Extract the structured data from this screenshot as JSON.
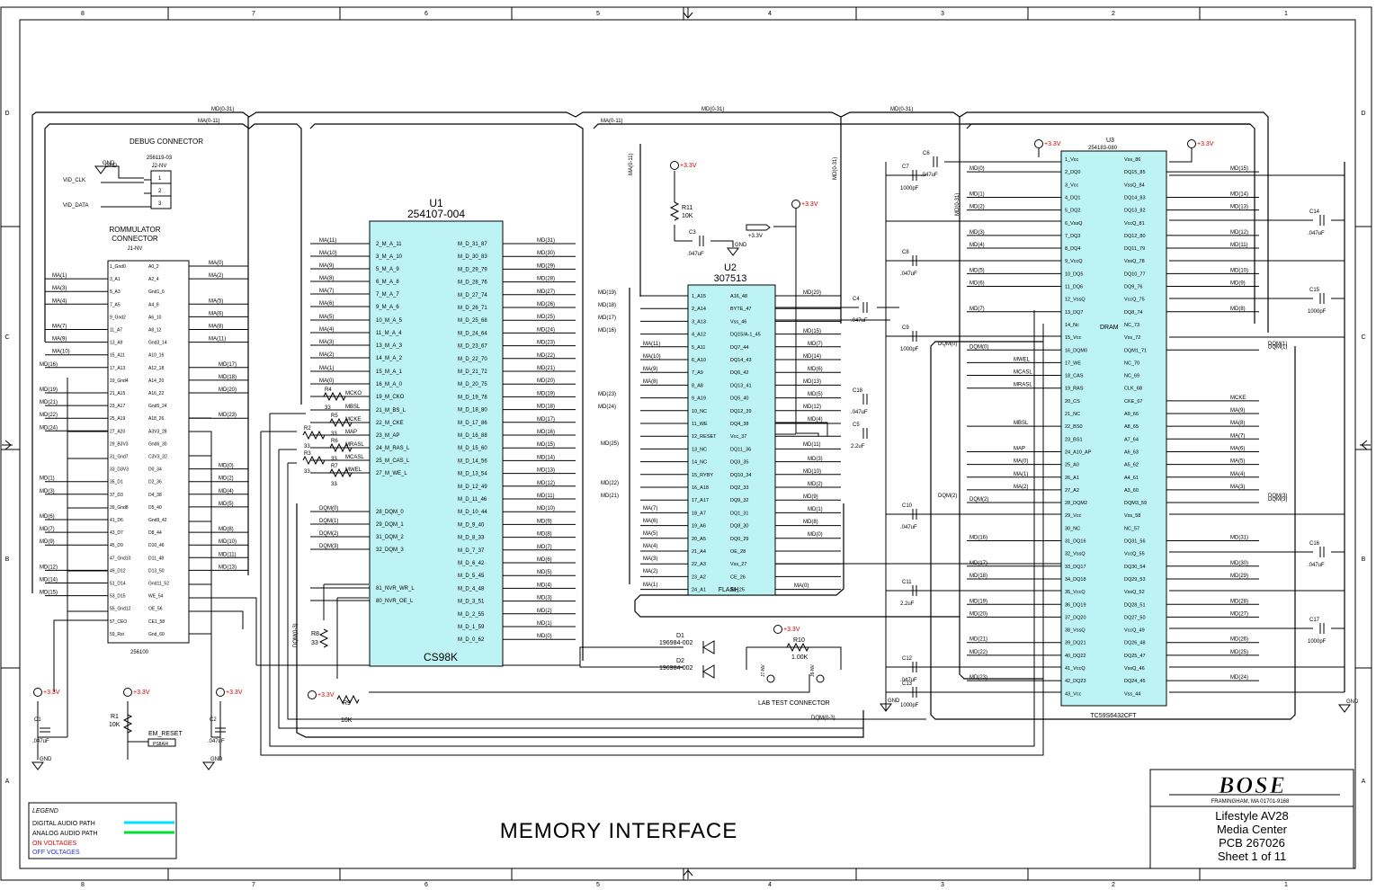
{
  "border": {
    "cols_top": [
      "8",
      "7",
      "6",
      "5",
      "4",
      "3",
      "2",
      "1"
    ],
    "cols_bottom": [
      "8",
      "7",
      "6",
      "5",
      "4",
      "3",
      "2",
      "1"
    ],
    "rows": [
      "D",
      "C",
      "B",
      "A"
    ]
  },
  "buses": {
    "md": "MD(0-31)",
    "ma": "MA(0-11)",
    "dqm": "DQM(0-3)"
  },
  "debug": {
    "title": "DEBUG CONNECTOR",
    "part": "256119-03",
    "ref": "J2-NV",
    "gnd": "GND",
    "pins": [
      "1",
      "2",
      "3"
    ],
    "nets": [
      "VID_CLK",
      "VID_DATA"
    ]
  },
  "rom": {
    "title1": "ROMMULATOR",
    "title2": "CONNECTOR",
    "ref": "J1-NV",
    "part": "256100",
    "left_pins": [
      "1_Gnd0",
      "3_A1",
      "5_A3",
      "7_A5",
      "9_Gnd2",
      "11_A7",
      "13_A9",
      "15_A11",
      "17_A13",
      "19_Gnd4",
      "21_A15",
      "23_A17",
      "25_A19",
      "27_A20",
      "29_B3V3",
      "31_Gnd7",
      "33_D3V3",
      "35_D1",
      "37_D3",
      "39_Gnd8",
      "41_D6",
      "43_D7",
      "45_D9",
      "47_Gnd10",
      "49_D12",
      "51_D14",
      "53_D15",
      "55_Gnd12",
      "57_CEO",
      "59_Rst"
    ],
    "right_pins": [
      "A0_2",
      "A2_4",
      "Gnd1_6",
      "A4_8",
      "A6_10",
      "A8_12",
      "Gnd3_14",
      "A10_16",
      "A12_18",
      "A14_20",
      "A16_22",
      "Gnd5_24",
      "A18_26",
      "A3V3_28",
      "Gnd6_30",
      "C3V3_32",
      "D0_34",
      "D2_36",
      "D4_38",
      "D5_40",
      "Gnd9_42",
      "D8_44",
      "D10_46",
      "D11_48",
      "D13_50",
      "Gnd11_52",
      "WE_54",
      "OE_56",
      "CE1_58",
      "Gnd_60"
    ],
    "left_nets": [
      "MA(1)",
      "MA(3)",
      "MA(4)",
      "MA(7)",
      "MA(9)",
      "MA(10)",
      "MD(16)",
      "MD(19)",
      "MD(21)",
      "MD(22)",
      "MD(24)",
      "MD(1)",
      "MD(3)",
      "MD(6)",
      "MD(7)",
      "MD(9)",
      "MD(12)",
      "MD(14)",
      "MD(15)"
    ],
    "right_nets": [
      "MA(0)",
      "MA(2)",
      "MA(5)",
      "MA(6)",
      "MA(8)",
      "MA(11)",
      "MD(17)",
      "MD(18)",
      "MD(20)",
      "MD(23)",
      "MD(0)",
      "MD(2)",
      "MD(4)",
      "MD(5)",
      "MD(8)",
      "MD(10)",
      "MD(11)",
      "MD(13)"
    ]
  },
  "u1": {
    "ref": "U1",
    "part": "254107-004",
    "name": "CS98K",
    "left_pins": [
      "2_M_A_11",
      "3_M_A_10",
      "5_M_A_9",
      "6_M_A_8",
      "7_M_A_7",
      "9_M_A_6",
      "10_M_A_5",
      "11_M_A_4",
      "13_M_A_3",
      "14_M_A_2",
      "15_M_A_1",
      "16_M_A_0",
      "19_M_CKO",
      "21_M_BS_L",
      "22_M_CKE",
      "23_M_AP",
      "24_M_RAS_L",
      "25_M_CAS_L",
      "27_M_WE_L",
      "28_DQM_0",
      "29_DQM_1",
      "31_DQM_2",
      "32_DQM_3",
      "81_NVR_WR_L",
      "80_NVR_OE_L"
    ],
    "right_pins": [
      "M_D_31_87",
      "M_D_30_83",
      "M_D_29_79",
      "M_D_28_76",
      "M_D_27_74",
      "M_D_26_71",
      "M_D_25_68",
      "M_D_24_64",
      "M_D_23_67",
      "M_D_22_70",
      "M_D_21_72",
      "M_D_20_75",
      "M_D_19_78",
      "M_D_18_80",
      "M_D_17_86",
      "M_D_16_88",
      "M_D_15_60",
      "M_D_14_56",
      "M_D_13_54",
      "M_D_12_49",
      "M_D_11_46",
      "M_D_10_44",
      "M_D_9_40",
      "M_D_8_33",
      "M_D_7_37",
      "M_D_6_42",
      "M_D_5_45",
      "M_D_4_48",
      "M_D_3_51",
      "M_D_2_55",
      "M_D_1_59",
      "M_D_0_62"
    ],
    "left_nets": [
      "MA(11)",
      "MA(10)",
      "MA(9)",
      "MA(8)",
      "MA(7)",
      "MA(6)",
      "MA(5)",
      "MA(4)",
      "MA(3)",
      "MA(2)",
      "MA(1)",
      "MA(0)",
      "DQM(0)",
      "DQM(1)",
      "DQM(2)",
      "DQM(3)"
    ],
    "right_nets": [
      "MD(31)",
      "MD(30)",
      "MD(29)",
      "MD(28)",
      "MD(27)",
      "MD(26)",
      "MD(25)",
      "MD(24)",
      "MD(23)",
      "MD(22)",
      "MD(21)",
      "MD(20)",
      "MD(19)",
      "MD(18)",
      "MD(17)",
      "MD(16)",
      "MD(15)",
      "MD(14)",
      "MD(13)",
      "MD(12)",
      "MD(11)",
      "MD(10)",
      "MD(9)",
      "MD(8)",
      "MD(7)",
      "MD(6)",
      "MD(5)",
      "MD(4)",
      "MD(3)",
      "MD(2)",
      "MD(1)",
      "MD(0)"
    ]
  },
  "u1_ctrl": [
    {
      "ref": "R4",
      "val": "33",
      "net": "MCKO"
    },
    {
      "ref": "",
      "val": "",
      "net": "MBSL"
    },
    {
      "ref": "R5",
      "val": "33",
      "net": "MCKE"
    },
    {
      "ref": "R2",
      "val": "33",
      "net": "MAP"
    },
    {
      "ref": "R6",
      "val": "33",
      "net": "MRASL"
    },
    {
      "ref": "R3",
      "val": "33",
      "net": "MCASL"
    },
    {
      "ref": "R7",
      "val": "33",
      "net": "MWEL"
    }
  ],
  "u2": {
    "ref": "U2",
    "part": "307513",
    "name": "FLASH",
    "left_pins": [
      "1_A15",
      "2_A14",
      "3_A13",
      "4_A12",
      "5_A11",
      "6_A10",
      "7_A9",
      "8_A8",
      "9_A19",
      "10_NC",
      "11_WE",
      "12_RESET",
      "13_NC",
      "14_NC",
      "15_RYBY",
      "16_A18",
      "17_A17",
      "18_A7",
      "19_A6",
      "20_A5",
      "21_A4",
      "22_A3",
      "23_A2",
      "24_A1"
    ],
    "right_pins": [
      "A16_48",
      "BYTE_47",
      "Vss_46",
      "DQ15/A-1_45",
      "DQ7_44",
      "DQ14_43",
      "DQ6_42",
      "DQ13_41",
      "DQ5_40",
      "DQ12_39",
      "DQ4_38",
      "Vcc_37",
      "DQ11_36",
      "DQ3_35",
      "DQ10_34",
      "DQ2_33",
      "DQ9_32",
      "DQ1_31",
      "DQ8_30",
      "DQ0_29",
      "OE_28",
      "Vss_27",
      "CE_26",
      "A0_25"
    ],
    "left_nets": [
      "MD(19)",
      "MD(18)",
      "MD(17)",
      "MD(16)",
      "MA(11)",
      "MA(10)",
      "MA(9)",
      "MA(8)",
      "MD(23)",
      "MD(24)",
      "MD(25)",
      "MD(22)",
      "MD(21)",
      "MA(7)",
      "MA(6)",
      "MA(5)",
      "MA(4)",
      "MA(3)",
      "MA(2)",
      "MA(1)"
    ],
    "right_nets": [
      "MD(20)",
      "MD(15)",
      "MD(7)",
      "MD(14)",
      "MD(6)",
      "MD(13)",
      "MD(5)",
      "MD(12)",
      "MD(4)",
      "MD(11)",
      "MD(3)",
      "MD(10)",
      "MD(2)",
      "MD(9)",
      "MD(1)",
      "MD(8)",
      "MD(0)",
      "MA(0)"
    ]
  },
  "u3": {
    "ref": "U3",
    "part": "254183-080",
    "name": "DRAM",
    "order": "TC59S6432CFT",
    "left_pins": [
      "1_Vcc",
      "2_DQ0",
      "3_Vcc",
      "4_DQ1",
      "5_DQ2",
      "6_VssQ",
      "7_DQ3",
      "8_DQ4",
      "9_VccQ",
      "10_DQ5",
      "11_DQ6",
      "12_VssQ",
      "13_DQ7",
      "14_Nc",
      "15_Vcc",
      "16_DQM0",
      "17_WE",
      "18_CAS",
      "19_RAS",
      "20_CS",
      "21_NC",
      "22_BS0",
      "23_BS1",
      "24_A10_AP",
      "25_A0",
      "26_A1",
      "27_A2",
      "28_DQM2",
      "29_Vcc",
      "30_NC",
      "31_DQ16",
      "32_VssQ",
      "33_DQ17",
      "34_DQ18",
      "35_VccQ",
      "36_DQ19",
      "37_DQ20",
      "38_VssQ",
      "39_DQ21",
      "40_DQ22",
      "41_VccQ",
      "42_DQ23",
      "43_Vcc"
    ],
    "right_pins": [
      "Vss_86",
      "DQ15_85",
      "VssQ_84",
      "DQ14_83",
      "DQ13_82",
      "VccQ_81",
      "DQ12_80",
      "DQ11_79",
      "VssQ_78",
      "DQ10_77",
      "DQ9_76",
      "VccQ_75",
      "DQ8_74",
      "NC_73",
      "Vss_72",
      "DQM1_71",
      "NC_70",
      "NC_69",
      "CLK_68",
      "CKE_67",
      "A9_66",
      "A8_65",
      "A7_64",
      "A6_63",
      "A5_62",
      "A4_61",
      "A3_60",
      "DQM3_59",
      "Vss_58",
      "NC_57",
      "DQ31_56",
      "VccQ_55",
      "DQ30_54",
      "DQ29_53",
      "VssQ_52",
      "DQ28_51",
      "DQ27_50",
      "VccQ_49",
      "DQ26_48",
      "DQ25_47",
      "VssQ_46",
      "DQ24_45",
      "Vss_44"
    ],
    "left_nets": [
      "MD(0)",
      "MD(1)",
      "MD(2)",
      "MD(3)",
      "MD(4)",
      "MD(5)",
      "MD(6)",
      "MD(7)",
      "DQM(0)",
      "MWEL",
      "MCASL",
      "MRASL",
      "MBSL",
      "MAP",
      "MA(0)",
      "MA(1)",
      "MA(2)",
      "DQM(2)",
      "MD(16)",
      "MD(17)",
      "MD(18)",
      "MD(19)",
      "MD(20)",
      "MD(21)",
      "MD(22)",
      "MD(23)"
    ],
    "right_nets": [
      "MD(15)",
      "MD(14)",
      "MD(13)",
      "MD(12)",
      "MD(11)",
      "MD(10)",
      "MD(9)",
      "MD(8)",
      "DQM(1)",
      "MCKE",
      "MA(9)",
      "MA(8)",
      "MA(7)",
      "MA(6)",
      "MA(5)",
      "MA(4)",
      "MA(3)",
      "DQM(3)",
      "MD(31)",
      "MD(30)",
      "MD(29)",
      "MD(28)",
      "MD(27)",
      "MD(26)",
      "MD(25)",
      "MD(24)"
    ]
  },
  "caps_left": [
    {
      "ref": "C6",
      "val": ".047uF"
    },
    {
      "ref": "C7",
      "val": "1000pF"
    },
    {
      "ref": "C8",
      "val": ".047uF"
    },
    {
      "ref": "C9",
      "val": "1000pF"
    },
    {
      "ref": "C10",
      "val": ".047uF"
    },
    {
      "ref": "C11",
      "val": "2.2uF"
    },
    {
      "ref": "C12",
      "val": ".047uF"
    },
    {
      "ref": "C13",
      "val": "1000pF"
    }
  ],
  "caps_right": [
    {
      "ref": "C14",
      "val": ".047uF"
    },
    {
      "ref": "C15",
      "val": "1000pF"
    },
    {
      "ref": "C16",
      "val": ".047uF"
    },
    {
      "ref": "C17",
      "val": "1000pF"
    }
  ],
  "caps_mid": [
    {
      "ref": "C3",
      "val": ".047uF"
    },
    {
      "ref": "C4",
      "val": ".047uF"
    },
    {
      "ref": "C18",
      "val": ".047uF"
    },
    {
      "ref": "C5",
      "val": "2.2uF"
    },
    {
      "ref": "C1",
      "val": ".047uF"
    },
    {
      "ref": "C2",
      "val": ".047uF"
    }
  ],
  "resistors": [
    {
      "ref": "R11",
      "val": "10K"
    },
    {
      "ref": "R10",
      "val": "1.00K"
    },
    {
      "ref": "R9",
      "val": "10K"
    },
    {
      "ref": "R8",
      "val": "33"
    },
    {
      "ref": "R1",
      "val": "10K"
    }
  ],
  "diodes": [
    {
      "ref": "D1",
      "val": "196984-002"
    },
    {
      "ref": "D2",
      "val": "196984-002"
    }
  ],
  "power": "+3.3V",
  "gnd": "GND",
  "lab_test": "LAB TEST CONNECTOR",
  "lab_pins": [
    "J7-NV",
    "J8-NV"
  ],
  "em_reset": "EM_RESET",
  "em_reset_ref": "PS8A/4",
  "legend": {
    "title": "LEGEND",
    "items": [
      "DIGITAL AUDIO PATH",
      "ANALOG AUDIO PATH",
      "ON VOLTAGES",
      "OFF VOLTAGES"
    ],
    "colors": [
      "#00e0ff",
      "#00dd33",
      "#dd0000",
      "#2233dd"
    ]
  },
  "main_title": "MEMORY  INTERFACE",
  "titleblock": {
    "logo": "BOSE",
    "address": "FRAMINGHAM, MA 01701-9168",
    "line1": "Lifestyle AV28",
    "line2": "Media Center",
    "line3": "PCB 267026",
    "line4": "Sheet 1 of 11"
  }
}
